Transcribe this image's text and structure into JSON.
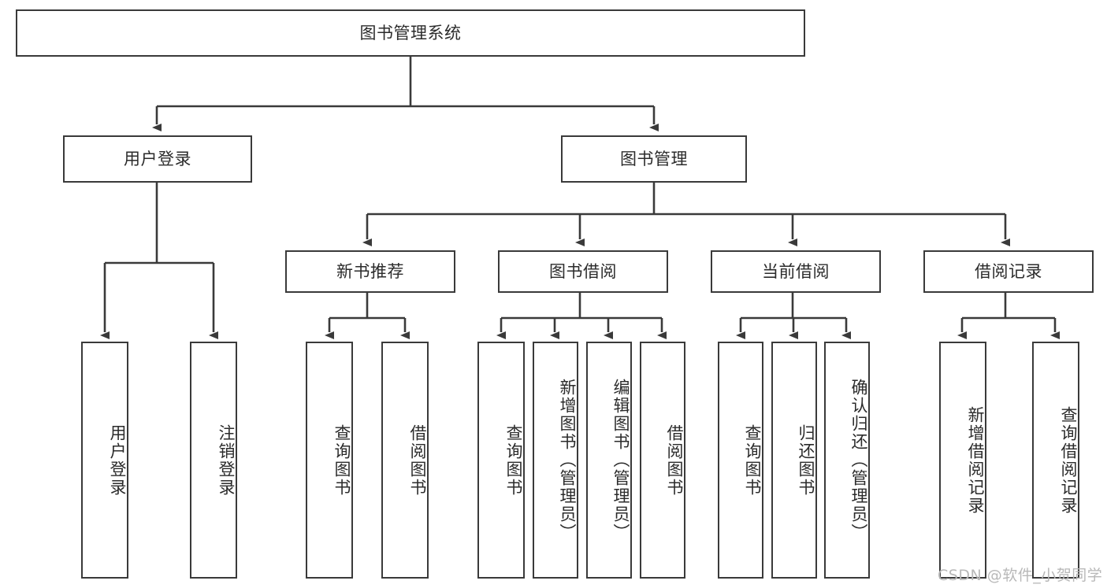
{
  "diagram": {
    "title": "图书管理系统",
    "type": "tree-hierarchy-chart",
    "line_color": "#3a3a3a",
    "text_color": "#2b2b2b",
    "background_color": "#ffffff"
  },
  "root": {
    "label": "图书管理系统"
  },
  "level2": [
    {
      "label": "用户登录"
    },
    {
      "label": "图书管理"
    }
  ],
  "level3": [
    {
      "label": "新书推荐"
    },
    {
      "label": "图书借阅"
    },
    {
      "label": "当前借阅"
    },
    {
      "label": "借阅记录"
    }
  ],
  "leaves": {
    "user_login": [
      {
        "label": "用户登录"
      },
      {
        "label": "注销登录"
      }
    ],
    "new_book_recommend": [
      {
        "label": "查询图书"
      },
      {
        "label": "借阅图书"
      }
    ],
    "book_borrow": [
      {
        "label": "查询图书"
      },
      {
        "label": "新增图书（管理员）"
      },
      {
        "label": "编辑图书（管理员）"
      },
      {
        "label": "借阅图书"
      }
    ],
    "current_borrow": [
      {
        "label": "查询图书"
      },
      {
        "label": "归还图书"
      },
      {
        "label": "确认归还（管理员）"
      }
    ],
    "borrow_records": [
      {
        "label": "新增借阅记录"
      },
      {
        "label": "查询借阅记录"
      }
    ]
  },
  "watermark": {
    "text": "CSDN @软件_小贺同学",
    "color": "#b8b8b8"
  }
}
